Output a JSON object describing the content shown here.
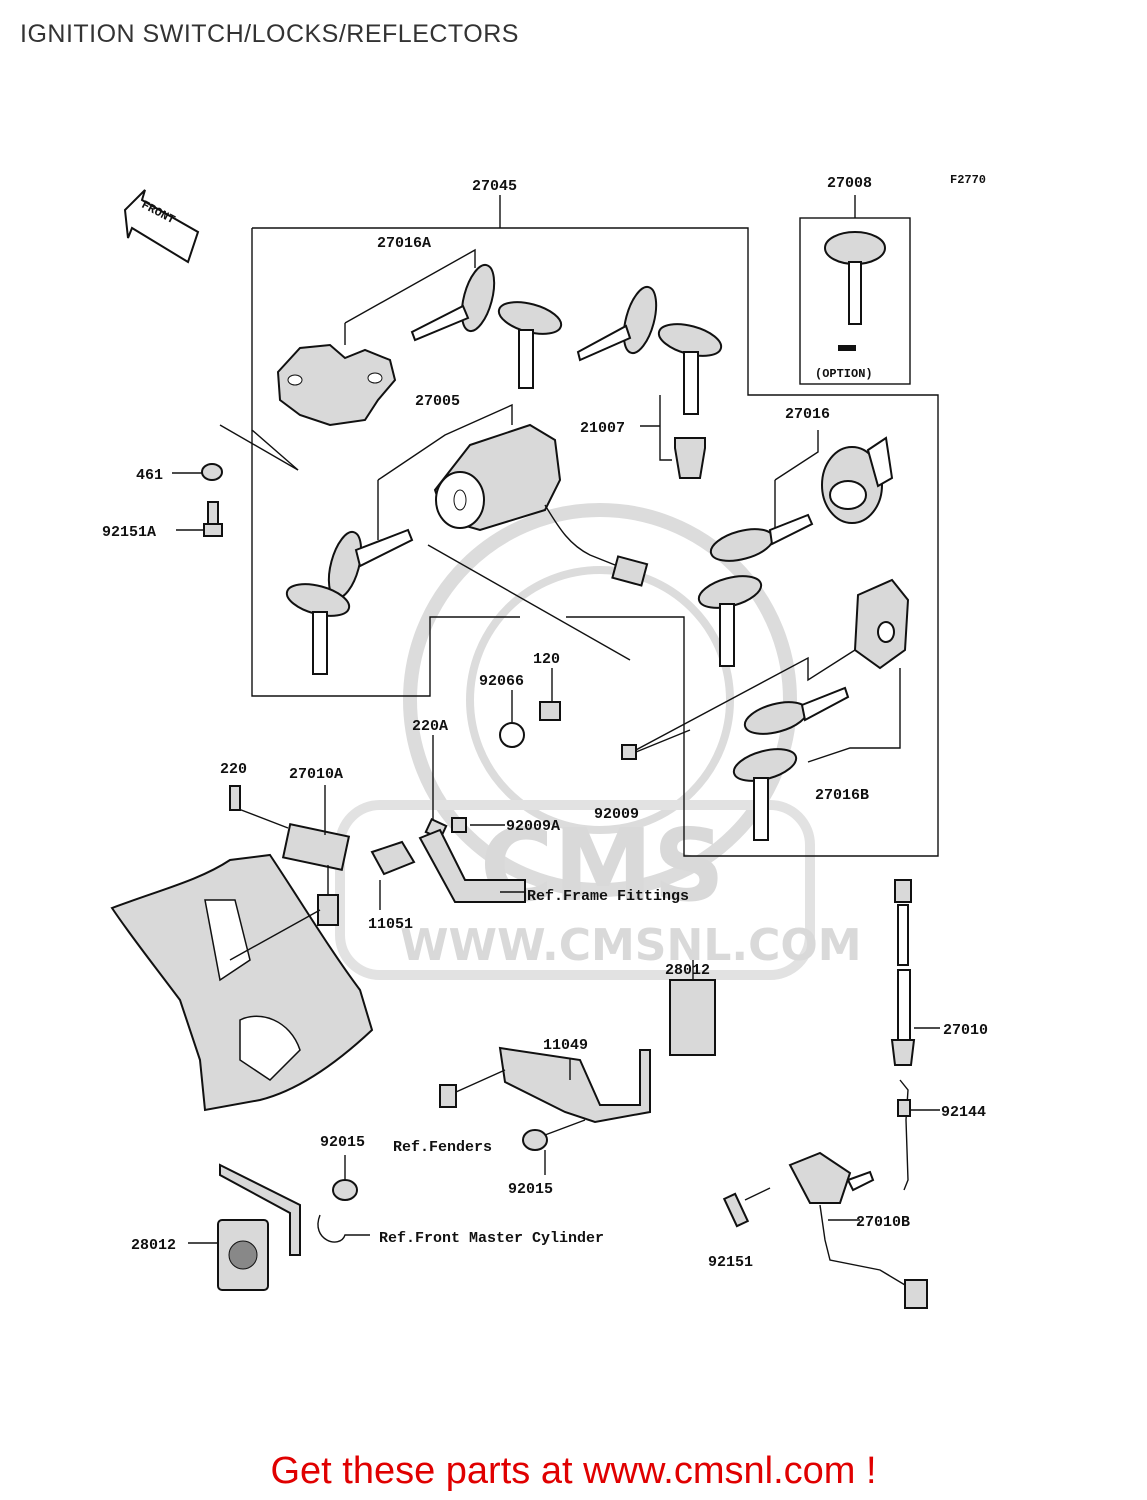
{
  "title": "IGNITION SWITCH/LOCKS/REFLECTORS",
  "figure_code": "F2770",
  "front_label": "FRONT",
  "option_label": "(OPTION)",
  "watermark": {
    "brand": "CMS",
    "url": "WWW.CMSNL.COM"
  },
  "parts": {
    "p27045": "27045",
    "p27008": "27008",
    "p27016A": "27016A",
    "p27005": "27005",
    "p21007": "21007",
    "p27016": "27016",
    "p461": "461",
    "p92151A": "92151A",
    "p120": "120",
    "p92066": "92066",
    "p220A": "220A",
    "p220": "220",
    "p27010A": "27010A",
    "p92009A": "92009A",
    "p92009": "92009",
    "p27016B": "27016B",
    "p11051": "11051",
    "p28012a": "28012",
    "p11049": "11049",
    "p27010": "27010",
    "p92144": "92144",
    "p92015a": "92015",
    "p92015b": "92015",
    "p28012b": "28012",
    "p27010B": "27010B",
    "p92151": "92151"
  },
  "refs": {
    "frame": "Ref.Frame Fittings",
    "fenders": "Ref.Fenders",
    "master": "Ref.Front Master Cylinder"
  },
  "footer": "Get these parts at www.cmsnl.com !"
}
